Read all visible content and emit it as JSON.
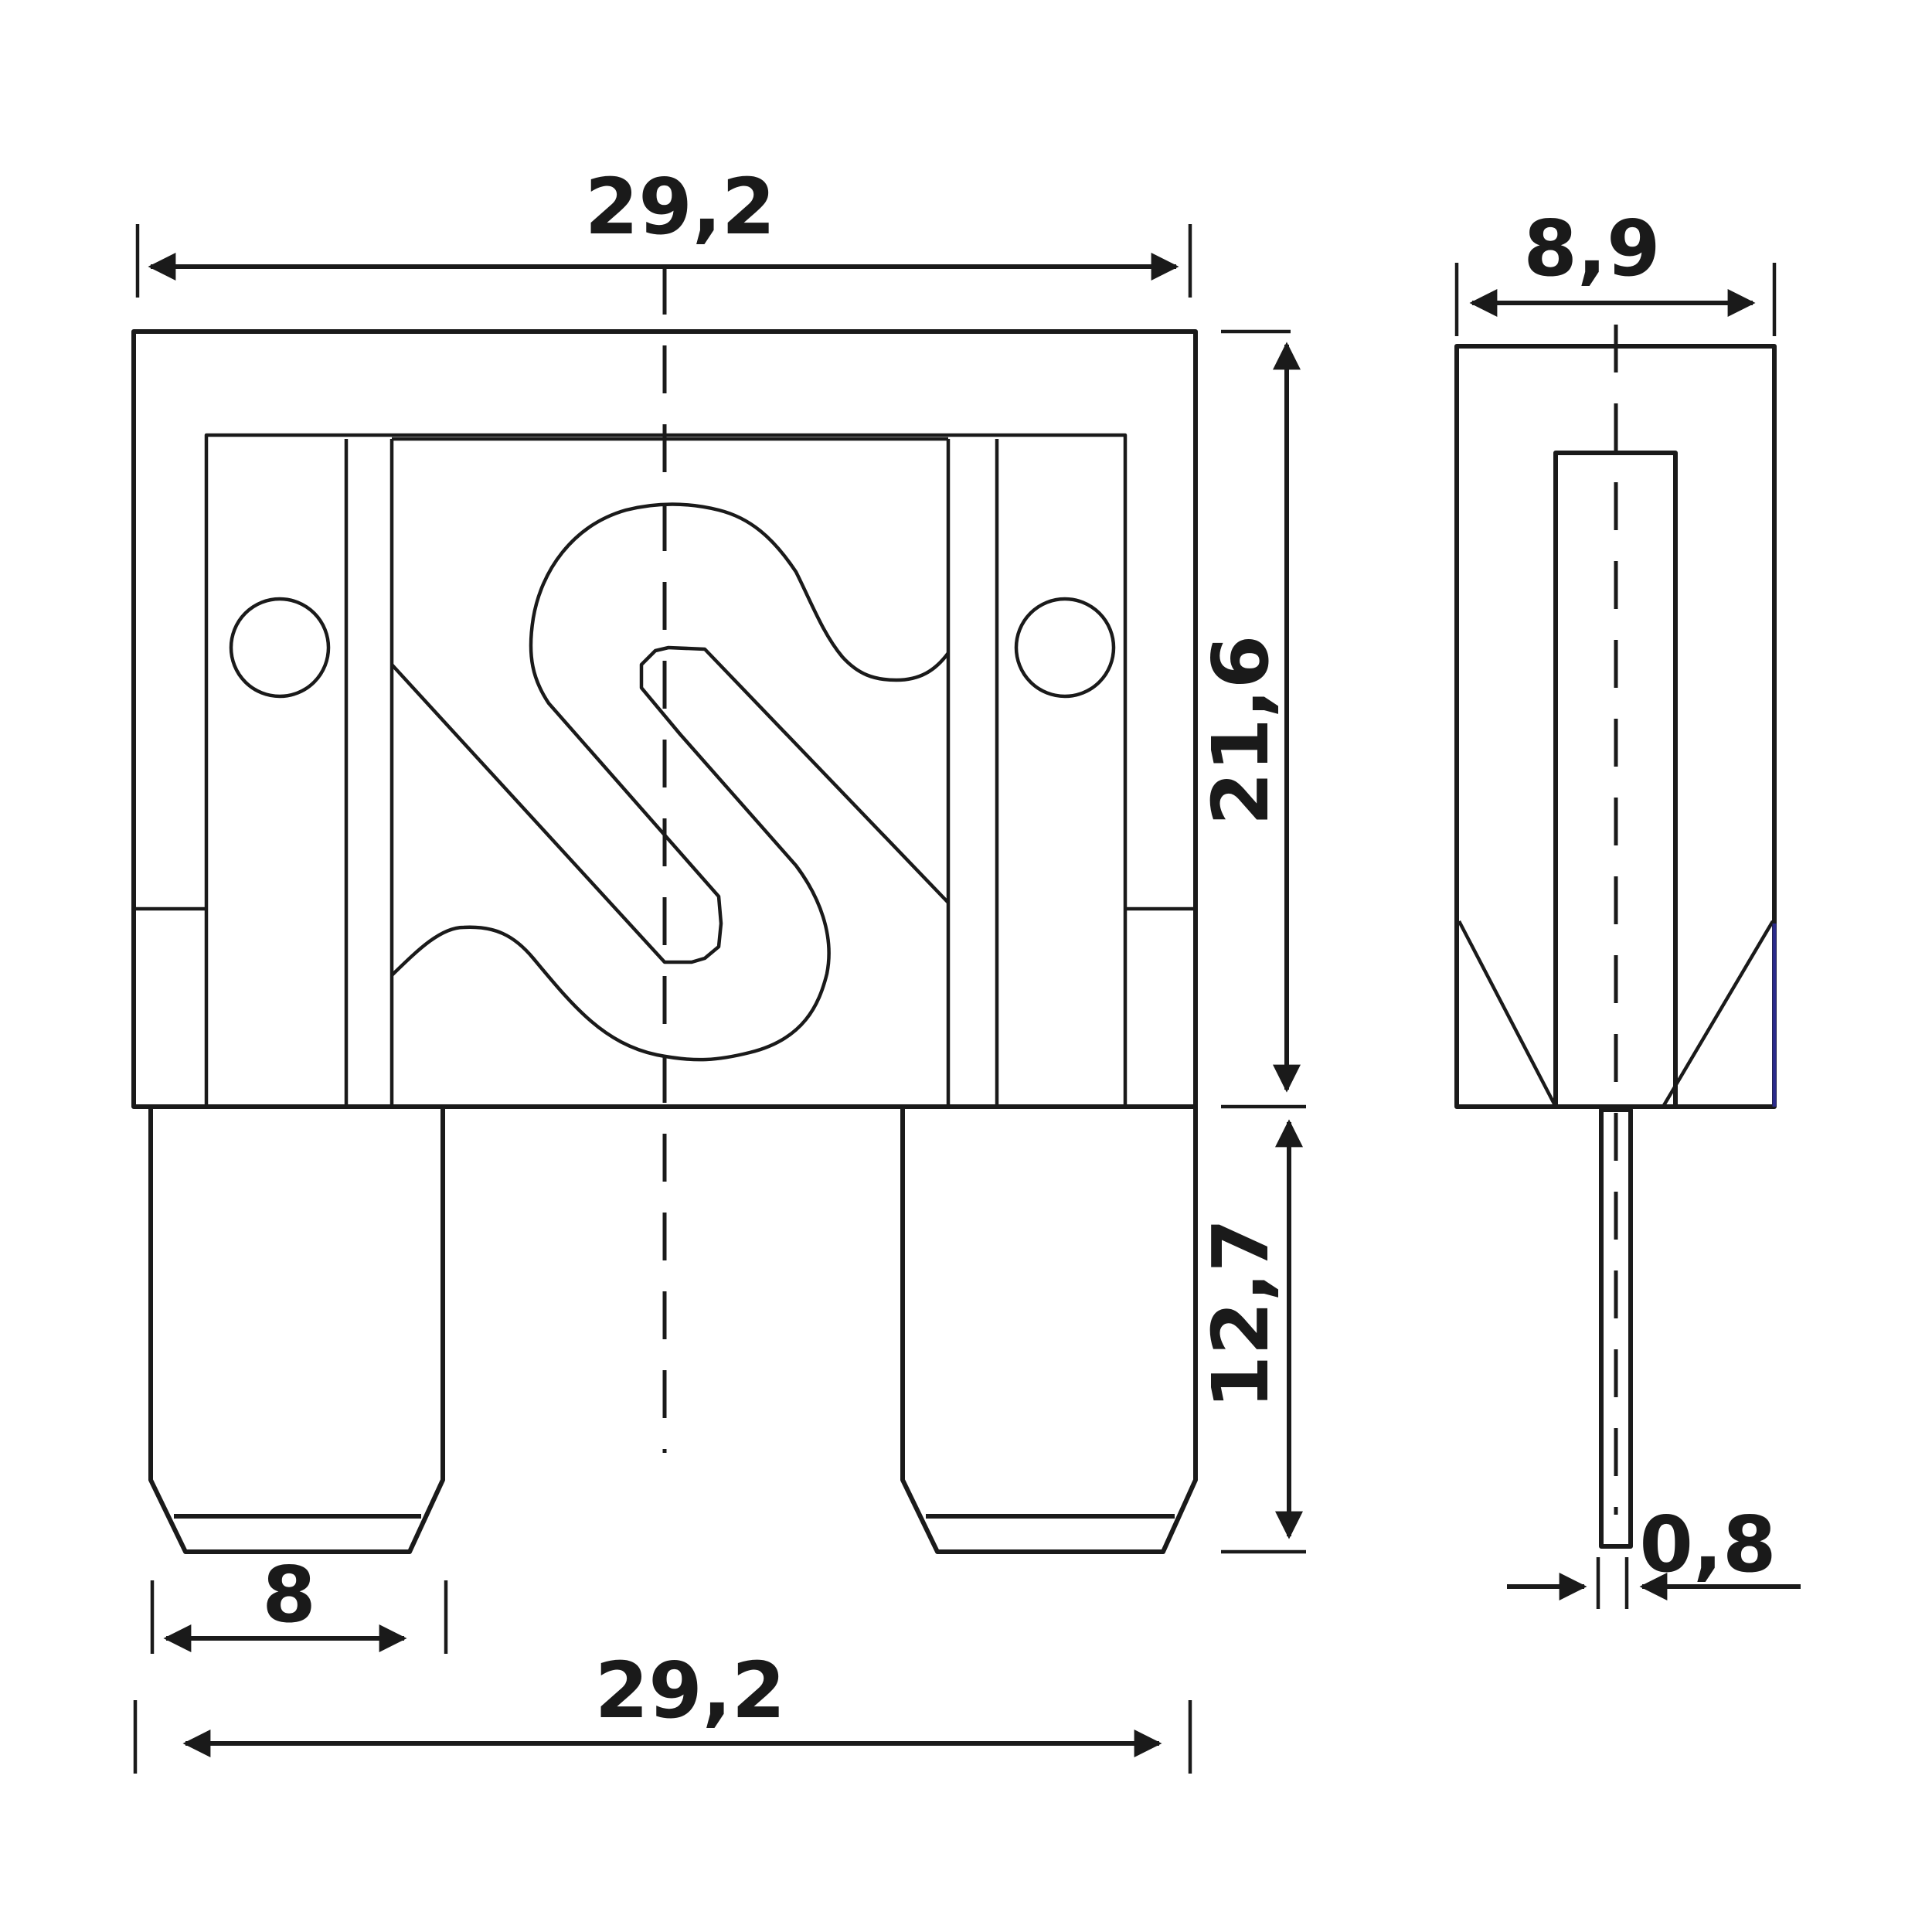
{
  "diagram": {
    "subject": "MAXI blade fuse dimensional drawing",
    "views": [
      "front-view",
      "side-view"
    ],
    "units": "mm",
    "colors": {
      "line": "#1a1a1a",
      "accent_edge": "#2a2a8a",
      "background": "#ffffff"
    }
  },
  "dimensions": {
    "top_width": "29,2",
    "body_height": "21,6",
    "blade_length": "12,7",
    "blade_width": "8",
    "bottom_width": "29,2",
    "side_thickness": "8,9",
    "blade_thickness": "0,8"
  }
}
